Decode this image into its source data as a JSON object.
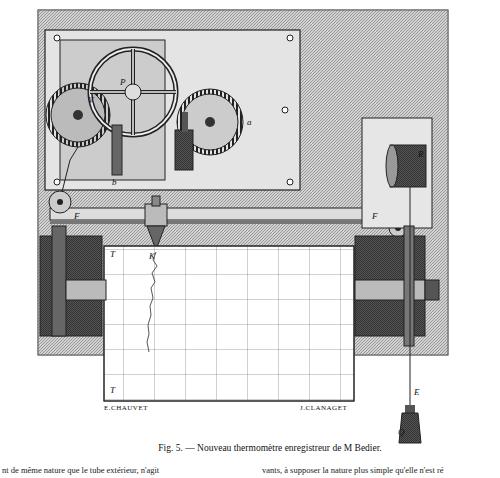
{
  "diagram": {
    "caption": "Fig. 5. — Nouveau thermomètre enregistreur de M Bedier.",
    "labels": [
      "V",
      "P",
      "a",
      "b",
      "F",
      "F",
      "K",
      "R",
      "T",
      "T",
      "E",
      "Q",
      "E.CHAUVET",
      "J.CLANAGET",
      "nt de même nature que le tube extérieur, n'agit",
      "vants, à supposer la nature plus simple qu'elle n'est ré"
    ]
  }
}
